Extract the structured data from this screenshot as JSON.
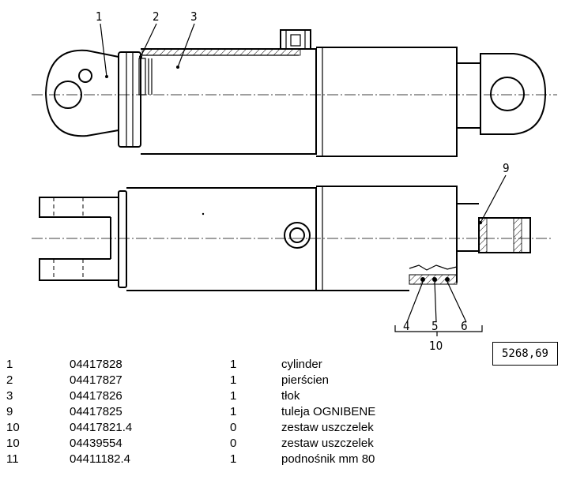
{
  "callouts": {
    "c1": "1",
    "c2": "2",
    "c3": "3",
    "c9": "9",
    "c4": "4",
    "c5": "5",
    "c6": "6",
    "c10": "10"
  },
  "drawing_ref": "5268,69",
  "parts": [
    {
      "pos": "1",
      "code": "04417828",
      "qty": "1",
      "name": "cylinder"
    },
    {
      "pos": "2",
      "code": "04417827",
      "qty": "1",
      "name": "pierścien"
    },
    {
      "pos": "3",
      "code": "04417826",
      "qty": "1",
      "name": "tłok"
    },
    {
      "pos": "9",
      "code": "04417825",
      "qty": "1",
      "name": "tuleja OGNIBENE"
    },
    {
      "pos": "10",
      "code": "04417821.4",
      "qty": "0",
      "name": "zestaw uszczelek"
    },
    {
      "pos": "10",
      "code": "04439554",
      "qty": "0",
      "name": "zestaw uszczelek"
    },
    {
      "pos": "11",
      "code": "04411182.4",
      "qty": "1",
      "name": "podnośnik mm 80"
    }
  ]
}
